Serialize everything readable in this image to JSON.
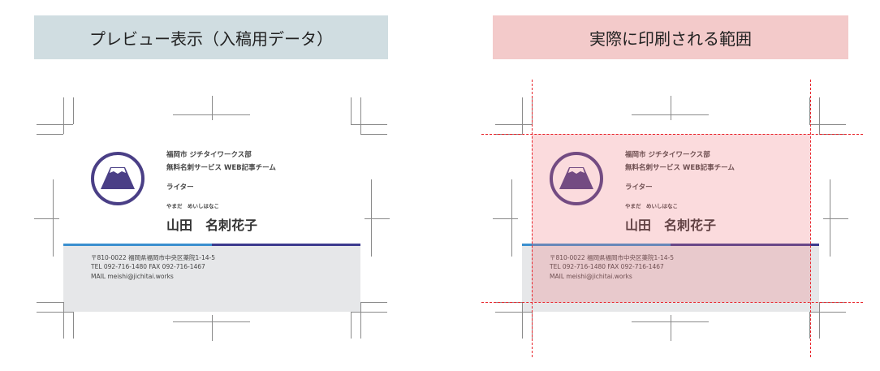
{
  "headers": {
    "preview": "プレビュー表示（入稿用データ）",
    "printed": "実際に印刷される範囲"
  },
  "card": {
    "org": "福岡市 ジチタイワークス部",
    "team": "無料名刺サービス WEB記事チーム",
    "role": "ライター",
    "furigana": "やまだ　めいしはなこ",
    "name": "山田　名刺花子",
    "address": "〒810-0022 福岡県福岡市中央区薬院1-14-5",
    "tel": "TEL 092-716-1480 FAX 092-716-1467",
    "mail": "MAIL meishi@jichitai.works"
  },
  "colors": {
    "logo": "#4a3f86",
    "bar_left": "#3a8fcf",
    "bar_right": "#3c3a8e",
    "trim_line": "#e8232a"
  }
}
